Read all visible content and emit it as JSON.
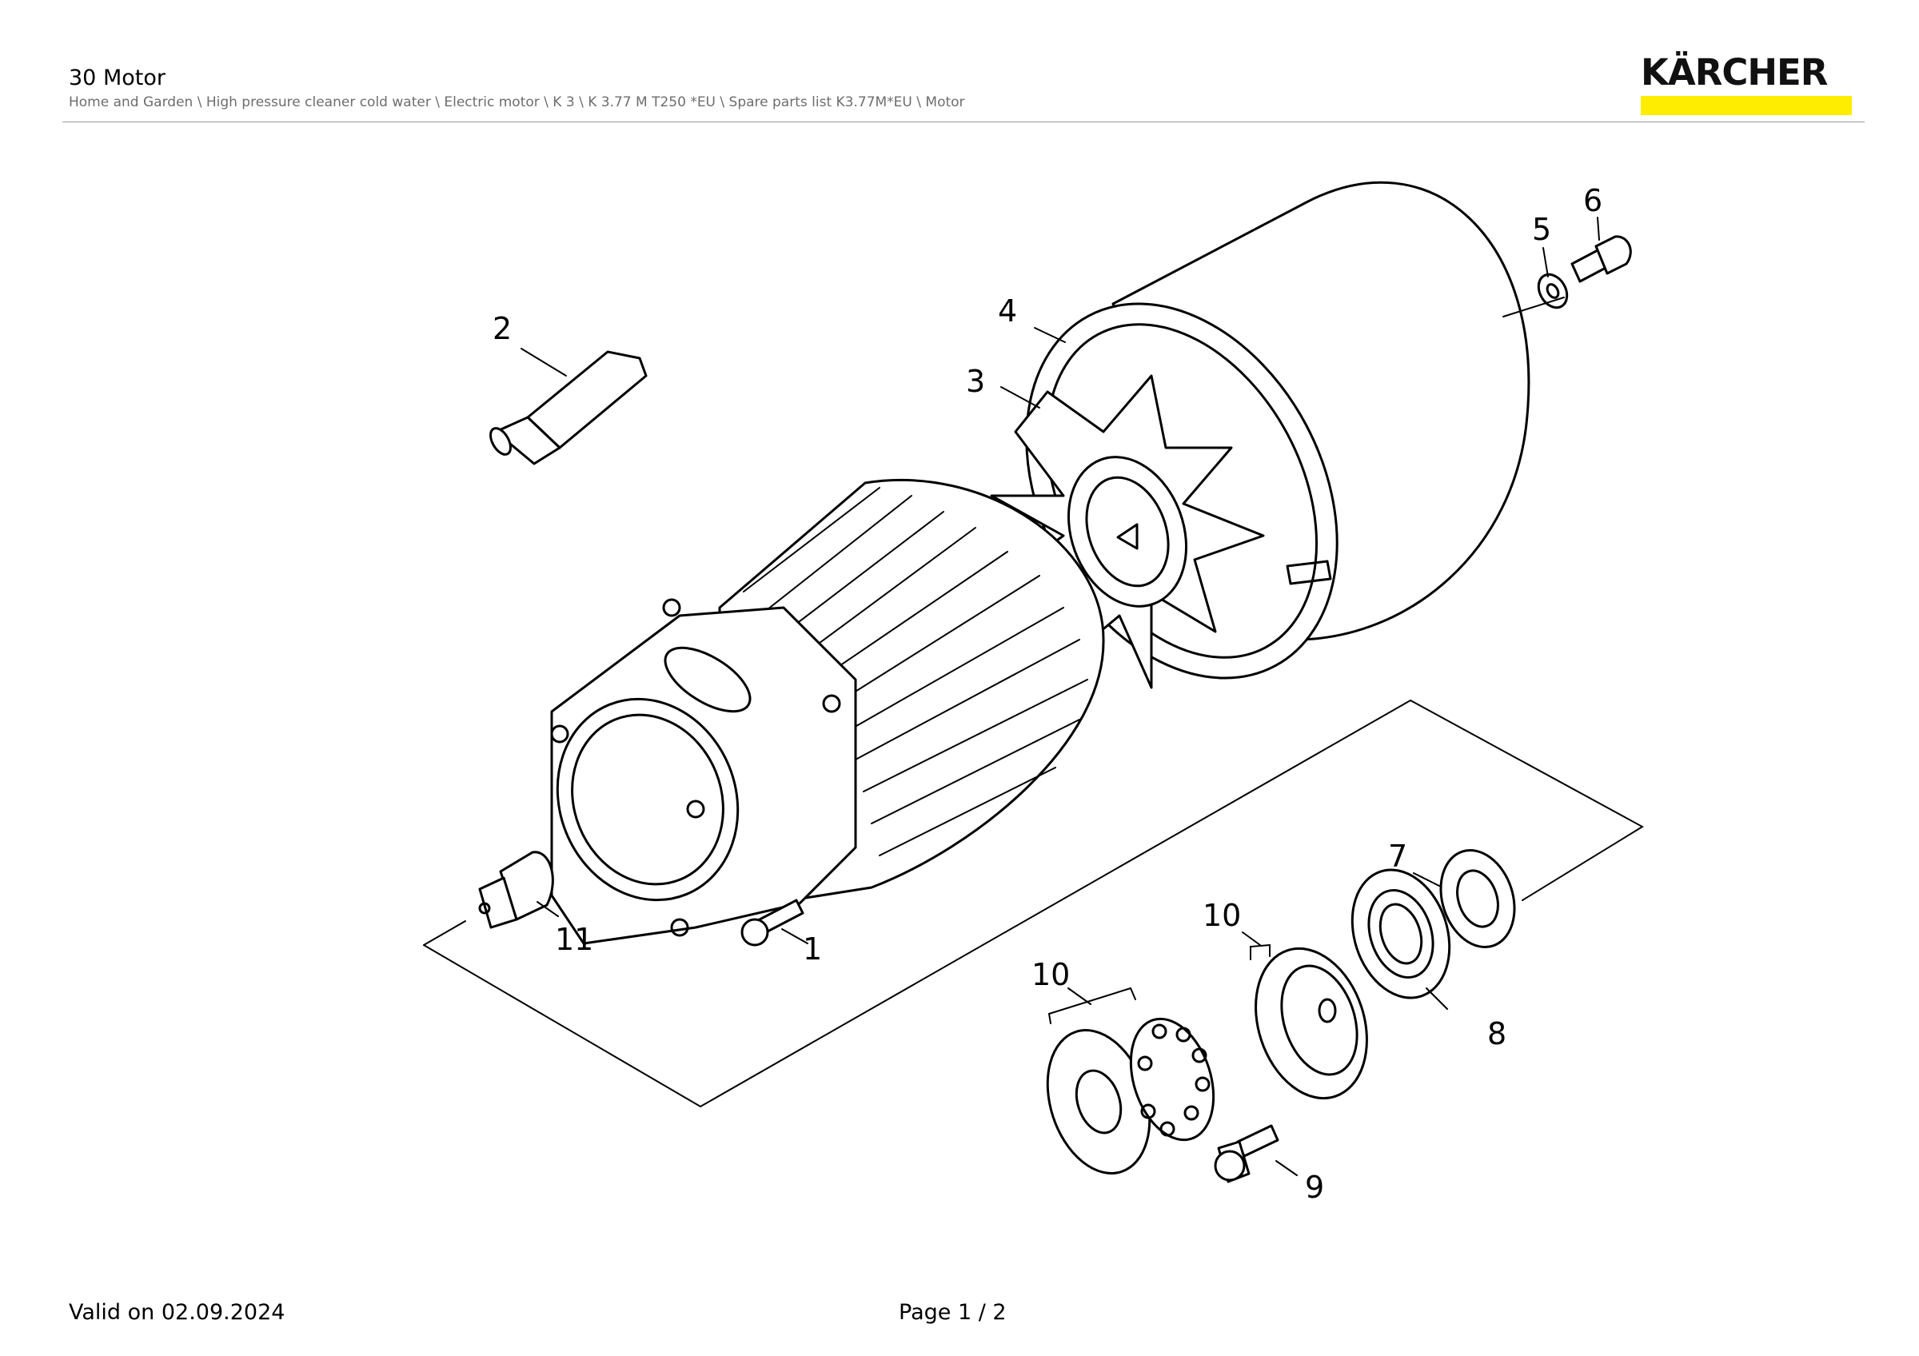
{
  "header": {
    "title": "30 Motor",
    "breadcrumb": "Home and Garden \\ High pressure cleaner cold water \\ Electric motor \\ K 3 \\ K 3.77 M T250 *EU \\ Spare parts list K3.77M*EU \\ Motor"
  },
  "logo": {
    "text": "KÄRCHER",
    "brand_color": "#ffed00"
  },
  "callouts": [
    "1",
    "2",
    "3",
    "4",
    "5",
    "6",
    "7",
    "8",
    "9",
    "10",
    "10",
    "11"
  ],
  "footer": {
    "valid_on": "Valid on 02.09.2024",
    "page": "Page 1 / 2"
  }
}
